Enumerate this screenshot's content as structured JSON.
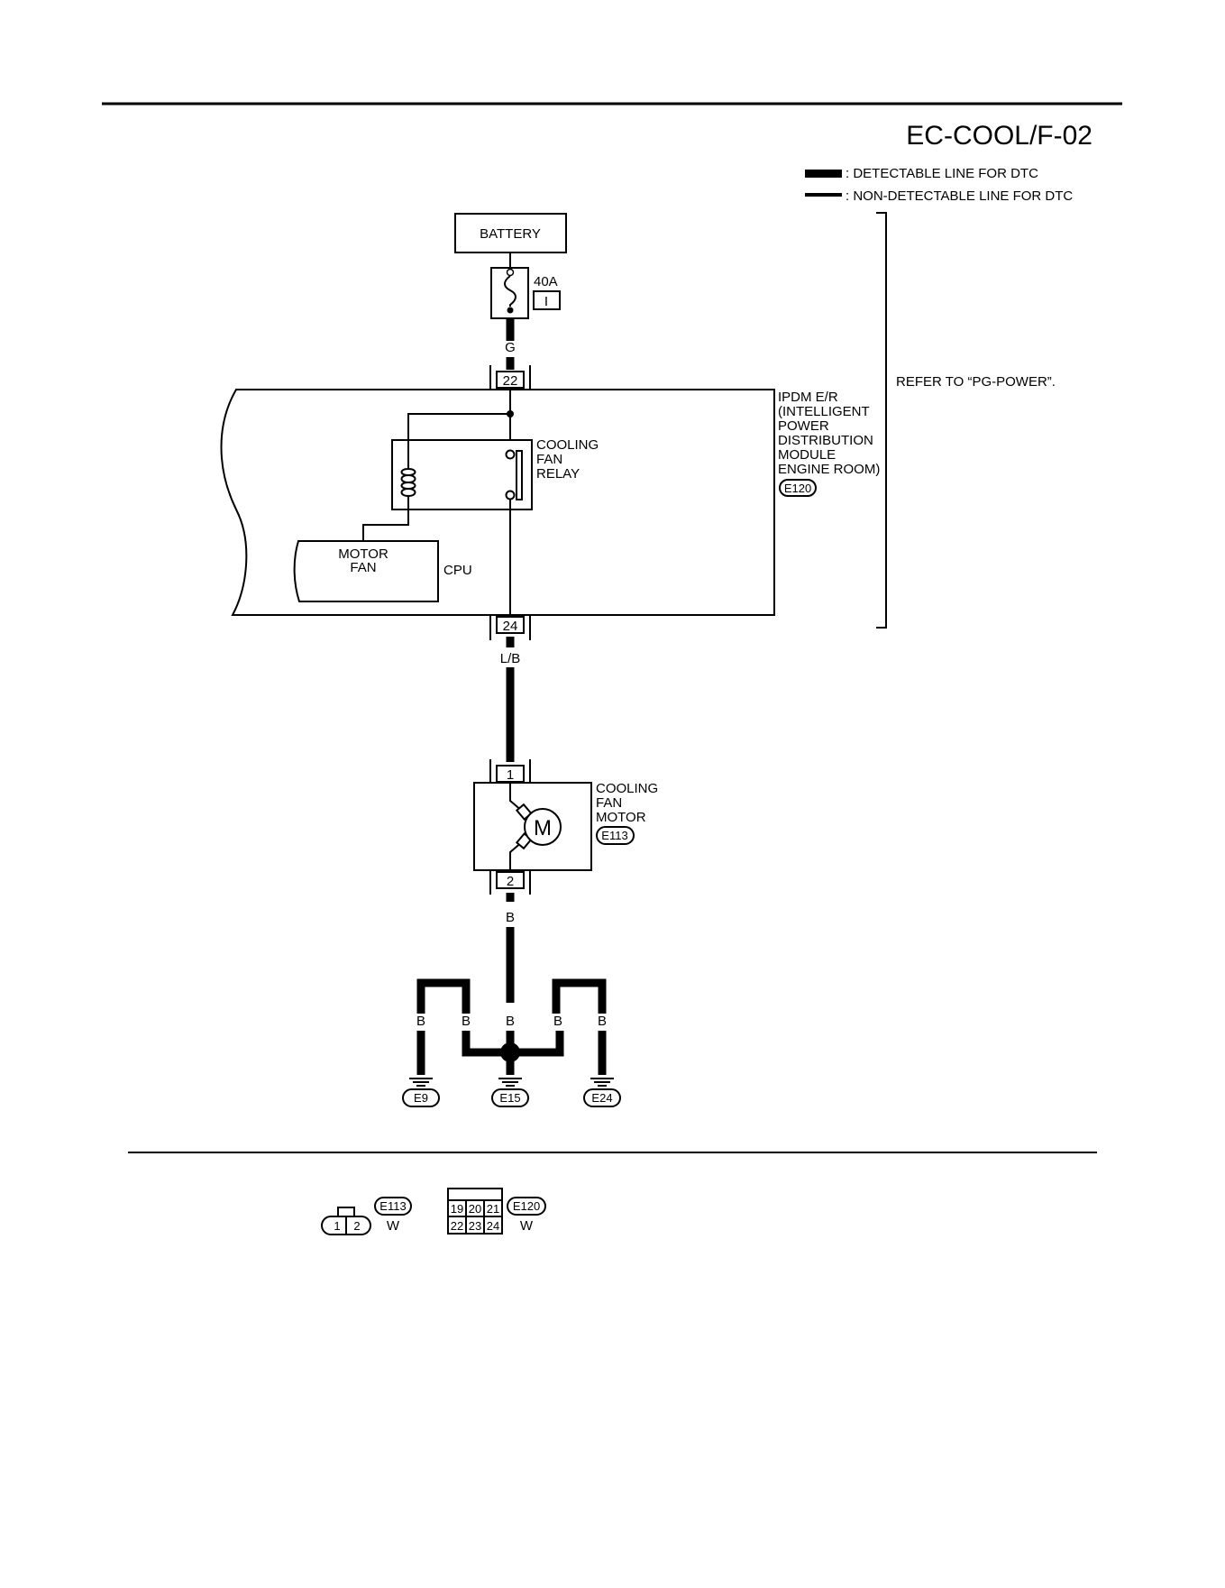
{
  "header": {
    "title": "EC-COOL/F-02"
  },
  "legend": {
    "detectable": ": DETECTABLE LINE FOR DTC",
    "non_detectable": ": NON-DETECTABLE LINE FOR DTC"
  },
  "battery": {
    "label": "BATTERY"
  },
  "fuse": {
    "rating": "40A",
    "id": "I"
  },
  "wires": {
    "g": "G",
    "lb": "L/B",
    "b": "B"
  },
  "pins": {
    "p22": "22",
    "p24": "24",
    "p1": "1",
    "p2": "2"
  },
  "refer": {
    "text": "REFER TO “PG-POWER”."
  },
  "ipdm": {
    "lines": [
      "IPDM E/R",
      "(INTELLIGENT",
      "POWER",
      "DISTRIBUTION",
      "MODULE",
      "ENGINE ROOM)"
    ],
    "connector": "E120"
  },
  "relay": {
    "lines": [
      "COOLING",
      "FAN",
      "RELAY"
    ]
  },
  "cpu": {
    "block_lines": [
      "MOTOR",
      "FAN"
    ],
    "label": "CPU"
  },
  "motor": {
    "lines": [
      "COOLING",
      "FAN",
      "MOTOR"
    ],
    "symbol": "M",
    "connector": "E113"
  },
  "grounds": [
    "E9",
    "E15",
    "E24"
  ],
  "connectors": {
    "e113": {
      "id": "E113",
      "color": "W",
      "pins": [
        "1",
        "2"
      ]
    },
    "e120": {
      "id": "E120",
      "color": "W",
      "pins": [
        "19",
        "20",
        "21",
        "22",
        "23",
        "24"
      ]
    }
  }
}
